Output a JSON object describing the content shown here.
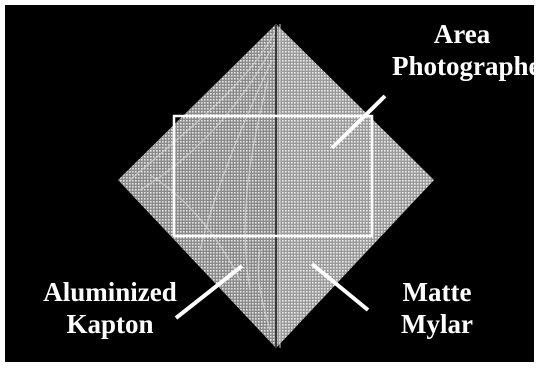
{
  "figure": {
    "background_color": "#000000",
    "frame_color": "#ffffff",
    "sail_color": "#a8a8a8",
    "highlight_box_color": "#ffffff"
  },
  "labels": {
    "area_line1": "Area",
    "area_line2": "Photographed",
    "kapton_line1": "Aluminized",
    "kapton_line2": "Kapton",
    "mylar_line1": "Matte",
    "mylar_line2": "Mylar"
  }
}
